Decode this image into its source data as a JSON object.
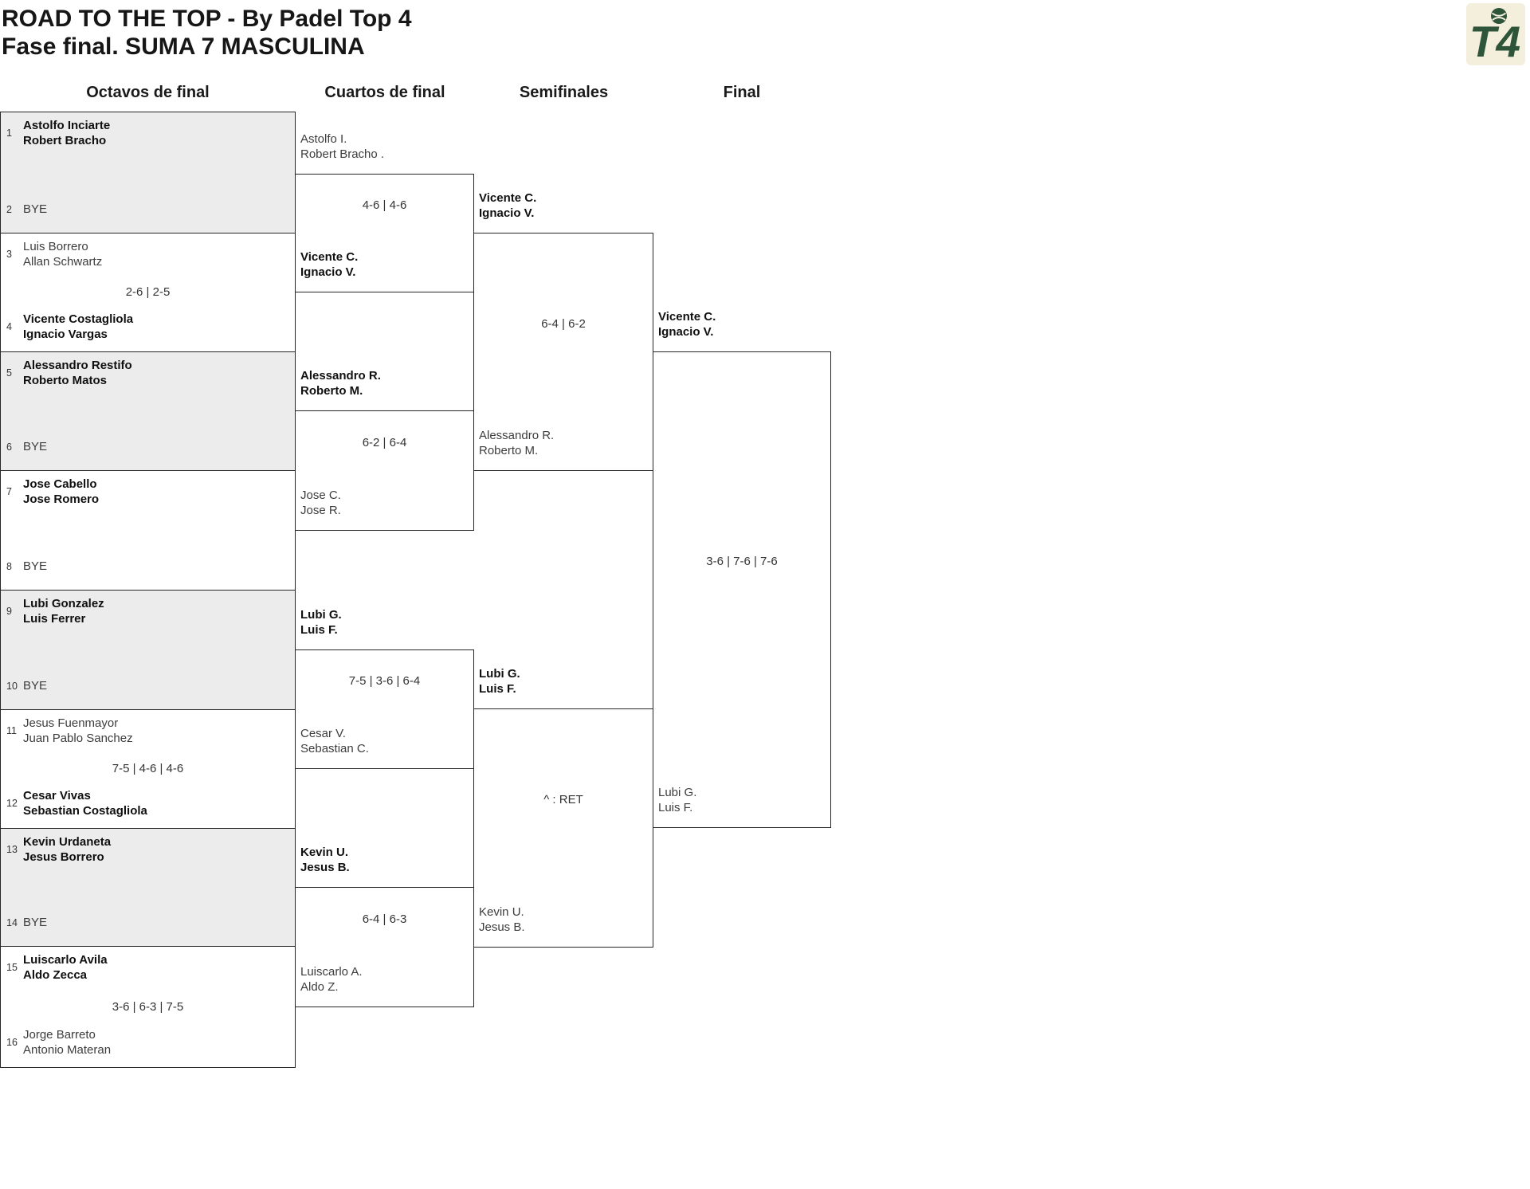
{
  "header": {
    "title_line1": "ROAD TO THE TOP - By Padel Top 4",
    "title_line2": "Fase final. SUMA 7 MASCULINA",
    "logo_text": "T4"
  },
  "round_headers": [
    "Octavos de final",
    "Cuartos de final",
    "Semifinales",
    "Final"
  ],
  "octavos": [
    {
      "seed_a": "1",
      "a1": "Astolfo Inciarte",
      "a2": "Robert Bracho",
      "seed_b": "2",
      "b1": "BYE",
      "score": "",
      "winner": "a"
    },
    {
      "seed_a": "3",
      "a1": "Luis Borrero",
      "a2": "Allan Schwartz",
      "seed_b": "4",
      "b1": "Vicente Costagliola",
      "b2": "Ignacio Vargas",
      "score": "2-6 | 2-5",
      "winner": "b"
    },
    {
      "seed_a": "5",
      "a1": "Alessandro Restifo",
      "a2": "Roberto Matos",
      "seed_b": "6",
      "b1": "BYE",
      "score": "",
      "winner": "a"
    },
    {
      "seed_a": "7",
      "a1": "Jose Cabello",
      "a2": "Jose Romero",
      "seed_b": "8",
      "b1": "BYE",
      "score": "",
      "winner": "a"
    },
    {
      "seed_a": "9",
      "a1": "Lubi Gonzalez",
      "a2": "Luis Ferrer",
      "seed_b": "10",
      "b1": "BYE",
      "score": "",
      "winner": "a"
    },
    {
      "seed_a": "11",
      "a1": "Jesus Fuenmayor",
      "a2": "Juan Pablo Sanchez",
      "seed_b": "12",
      "b1": "Cesar Vivas",
      "b2": "Sebastian Costagliola",
      "score": "7-5 | 4-6 | 4-6",
      "winner": "b"
    },
    {
      "seed_a": "13",
      "a1": "Kevin Urdaneta",
      "a2": "Jesus Borrero",
      "seed_b": "14",
      "b1": "BYE",
      "score": "",
      "winner": "a"
    },
    {
      "seed_a": "15",
      "a1": "Luiscarlo Avila",
      "a2": "Aldo Zecca",
      "seed_b": "16",
      "b1": "Jorge Barreto",
      "b2": "Antonio Materan",
      "score": "3-6 | 6-3 | 7-5",
      "winner": "a"
    }
  ],
  "cuartos": [
    {
      "a1": "Astolfo I.",
      "a2": "Robert Bracho .",
      "b1": "Vicente C.",
      "b2": "Ignacio V.",
      "score": "4-6 | 4-6",
      "winner": "b"
    },
    {
      "a1": "Alessandro R.",
      "a2": "Roberto M.",
      "b1": "Jose C.",
      "b2": "Jose R.",
      "score": "6-2 | 6-4",
      "winner": "a"
    },
    {
      "a1": "Lubi G.",
      "a2": "Luis F.",
      "b1": "Cesar V.",
      "b2": "Sebastian C.",
      "score": "7-5 | 3-6 | 6-4",
      "winner": "a"
    },
    {
      "a1": "Kevin U.",
      "a2": "Jesus B.",
      "b1": "Luiscarlo A.",
      "b2": "Aldo Z.",
      "score": "6-4 | 6-3",
      "winner": "a"
    }
  ],
  "semifinales": [
    {
      "a1": "Vicente C.",
      "a2": "Ignacio V.",
      "b1": "Alessandro R.",
      "b2": "Roberto M.",
      "score": "6-4 | 6-2",
      "winner": "a"
    },
    {
      "a1": "Lubi G.",
      "a2": "Luis F.",
      "b1": "Kevin U.",
      "b2": "Jesus B.",
      "score": "^ : RET",
      "winner": "a"
    }
  ],
  "final": {
    "a1": "Vicente C.",
    "a2": "Ignacio V.",
    "b1": "Lubi G.",
    "b2": "Luis F.",
    "score": "3-6 | 7-6 | 7-6",
    "winner": "a"
  },
  "colors": {
    "accent_green": "#2e5539",
    "logo_bg": "#f4eedd",
    "shaded_row": "#ececec",
    "line": "#262626"
  }
}
